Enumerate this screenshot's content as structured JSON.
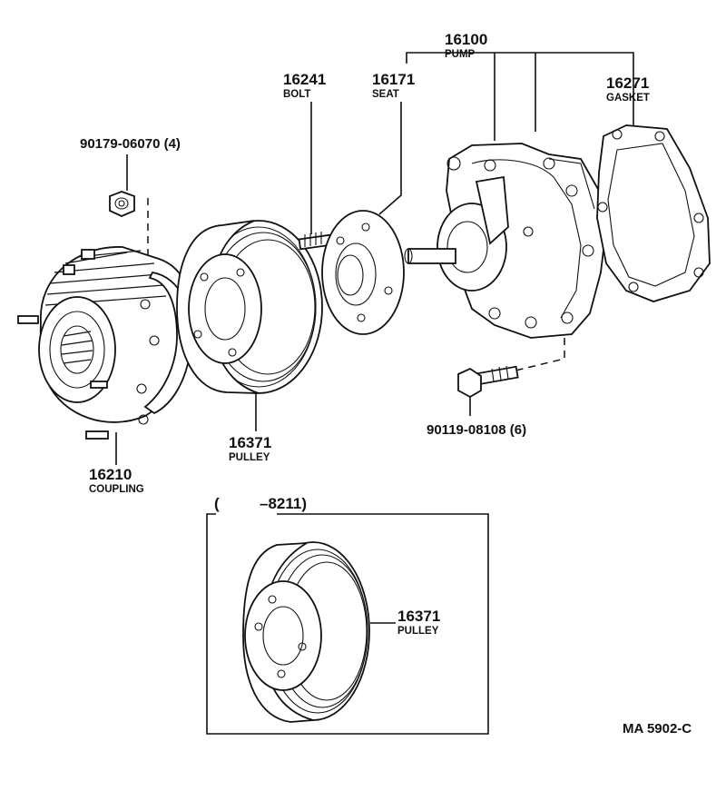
{
  "parts": {
    "pump": {
      "number": "16100",
      "name": "PUMP"
    },
    "bolt": {
      "number": "16241",
      "name": "BOLT"
    },
    "seat": {
      "number": "16171",
      "name": "SEAT"
    },
    "gasket": {
      "number": "16271",
      "name": "GASKET"
    },
    "nut": {
      "number": "90179-06070 (4)"
    },
    "pump_bolt": {
      "number": "90119-08108 (6)"
    },
    "pulley": {
      "number": "16371",
      "name": "PULLEY"
    },
    "coupling": {
      "number": "16210",
      "name": "COUPLING"
    },
    "pulley_early": {
      "number": "16371",
      "name": "PULLEY"
    }
  },
  "inset": {
    "range_open": "(",
    "range_end": "–8211)"
  },
  "figure_code": "MA  5902-C"
}
